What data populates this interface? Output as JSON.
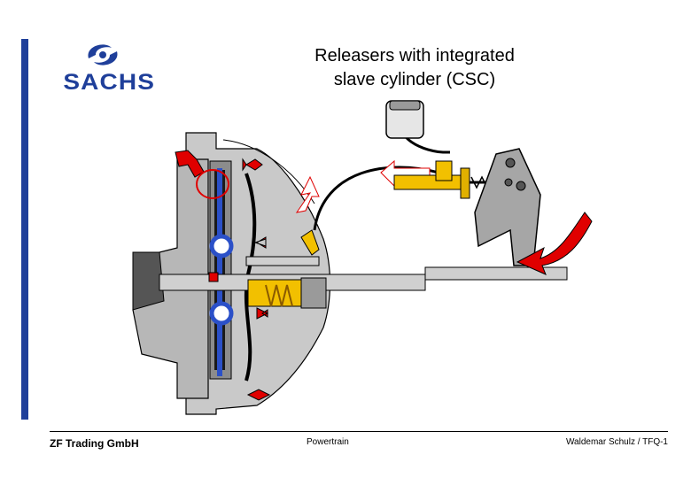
{
  "header": {
    "logo_text": "SACHS",
    "title": "Releasers with integrated\nslave cylinder (CSC)"
  },
  "footer": {
    "company": "ZF Trading GmbH",
    "center": "Powertrain",
    "right": "Waldemar Schulz / TFQ-1"
  },
  "colors": {
    "brand_blue": "#1f3f9a",
    "arrow_red": "#e00000",
    "hydraulic_yellow": "#f2c000",
    "housing_gray": "#b7b7b7"
  }
}
